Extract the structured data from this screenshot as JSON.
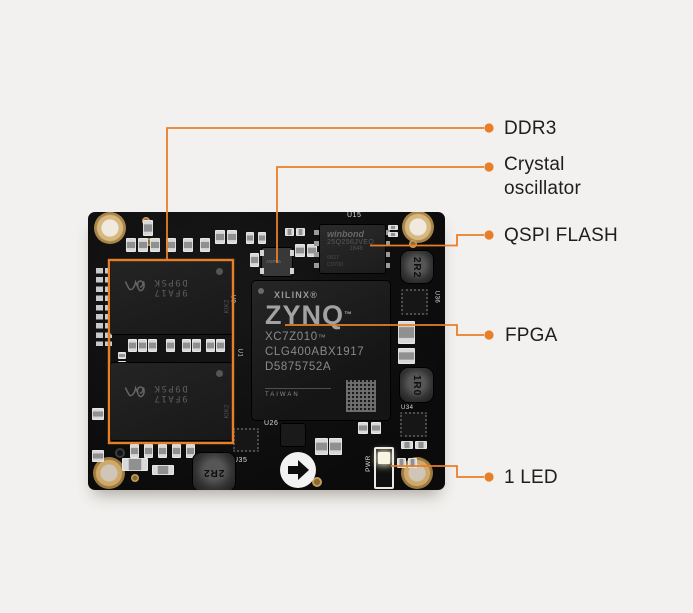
{
  "colors": {
    "background": "#f2f1ef",
    "accent": "#e87f28",
    "board": "#0d0d0d"
  },
  "callouts": {
    "ddr3": {
      "label": "DDR3"
    },
    "crystal": {
      "label": "Crystal oscillator"
    },
    "qspi": {
      "label": "QSPI FLASH"
    },
    "fpga": {
      "label": "FPGA"
    },
    "led": {
      "label": "1 LED"
    }
  },
  "board": {
    "fpga_chip": {
      "brand": "XILINX®",
      "family": "ZYNQ",
      "tm": "™",
      "part": "XC7Z010",
      "package": "CLG400ABX1917",
      "serial": "D5875752A",
      "origin": "TAIWAN"
    },
    "qspi_chip": {
      "ref": "U15",
      "brand": "winbond",
      "part": "25Q256JVEQ",
      "date": "1848",
      "lot_a": "6827",
      "lot_b": "C0700"
    },
    "ddr_chip": {
      "mark_a": "9FA17",
      "mark_b": "D9PSK",
      "side": "KIK2",
      "ref_top": "U9",
      "ref_bottom": "U1"
    },
    "inductors": {
      "top_right": "2R2",
      "bottom_left": "2R2",
      "mid_right": "1R0"
    },
    "refs": {
      "u26": "U26",
      "u35": "U35",
      "u36": "U36",
      "u34": "U34"
    },
    "led_label": "PWR",
    "crystal_mark": "AGPF6"
  }
}
